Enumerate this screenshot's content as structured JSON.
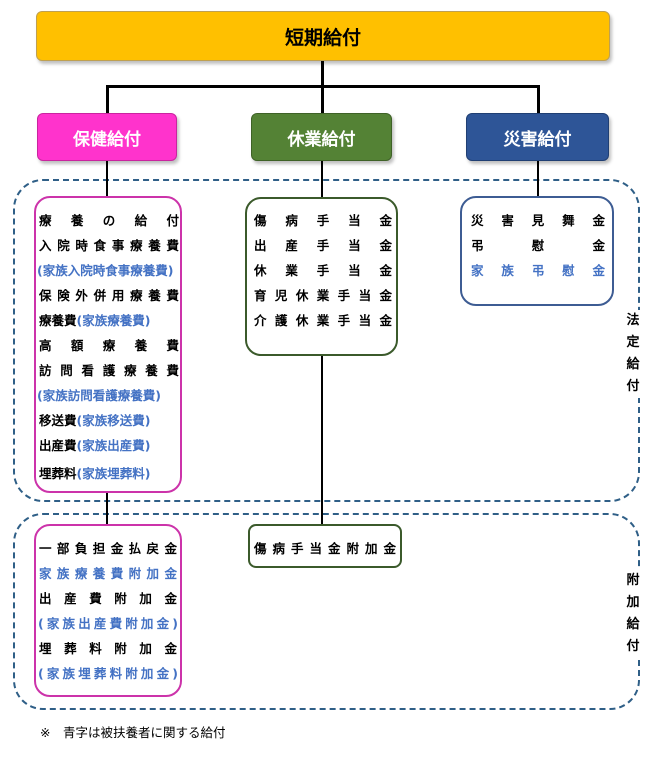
{
  "top": "短期給付",
  "categories": {
    "health": "保健給付",
    "leave": "休業給付",
    "disaster": "災害給付"
  },
  "statutory": {
    "label": "法定給付",
    "health_items": [
      {
        "text": "療養の給付",
        "family": false
      },
      {
        "text": "入院時食事療養費",
        "family": false
      },
      {
        "text": "(家族入院時食事療養費)",
        "family": true
      },
      {
        "text": "保険外併用療養費",
        "family": false
      },
      {
        "text": "療養費",
        "family": false,
        "suffix": "(家族療養費)"
      },
      {
        "text": "高額療養費",
        "family": false
      },
      {
        "text": "訪問看護療養費",
        "family": false
      },
      {
        "text": "(家族訪問看護療養費)",
        "family": true
      },
      {
        "text": "移送費",
        "family": false,
        "suffix": "(家族移送費)"
      },
      {
        "text": "出産費",
        "family": false,
        "suffix": "(家族出産費)"
      },
      {
        "text": "埋葬料",
        "family": false,
        "suffix": "(家族埋葬料)"
      }
    ],
    "leave_items": [
      "傷病手当金",
      "出産手当金",
      "休業手当金",
      "育児休業手当金",
      "介護休業手当金"
    ],
    "disaster_items": [
      {
        "text": "災害見舞金",
        "family": false
      },
      {
        "text": "弔慰金",
        "family": false
      },
      {
        "text": "家族弔慰金",
        "family": true
      }
    ]
  },
  "additional": {
    "label": "附加給付",
    "health_items": [
      {
        "text": "一部負担金払戻金",
        "family": false
      },
      {
        "text": "家族療養費附加金",
        "family": true
      },
      {
        "text": "出産費附加金",
        "family": false
      },
      {
        "text": "(家族出産費附加金)",
        "family": true
      },
      {
        "text": "埋葬料附加金",
        "family": false
      },
      {
        "text": "(家族埋葬料附加金)",
        "family": true
      }
    ],
    "leave_items": [
      "傷病手当金附加金"
    ]
  },
  "note": "※　青字は被扶養者に関する給付"
}
